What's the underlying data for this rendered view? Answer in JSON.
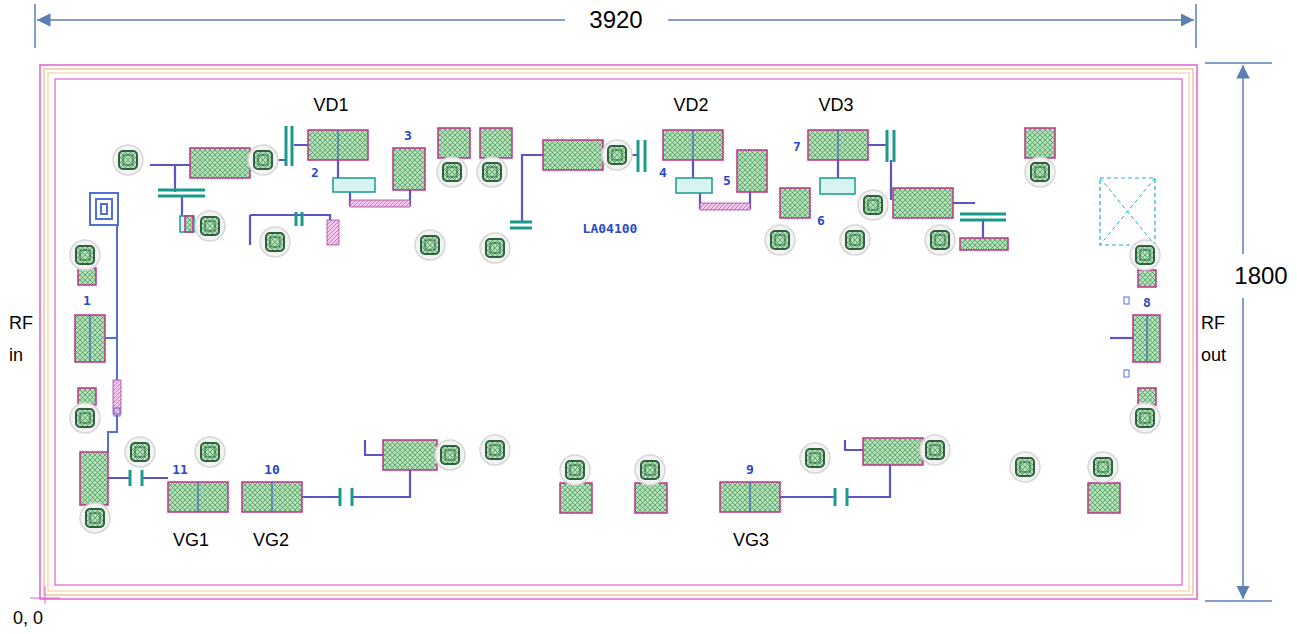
{
  "diagram": {
    "labels": [
      "3920",
      "1800",
      "VD1",
      "VD2",
      "VD3",
      "3",
      "2",
      "4",
      "5",
      "7",
      "6",
      "LA04100",
      "1",
      "RF in",
      "8",
      "RF out",
      "11",
      "10",
      "9",
      "VG1",
      "VG2",
      "VG3",
      "0, 0"
    ]
  }
}
